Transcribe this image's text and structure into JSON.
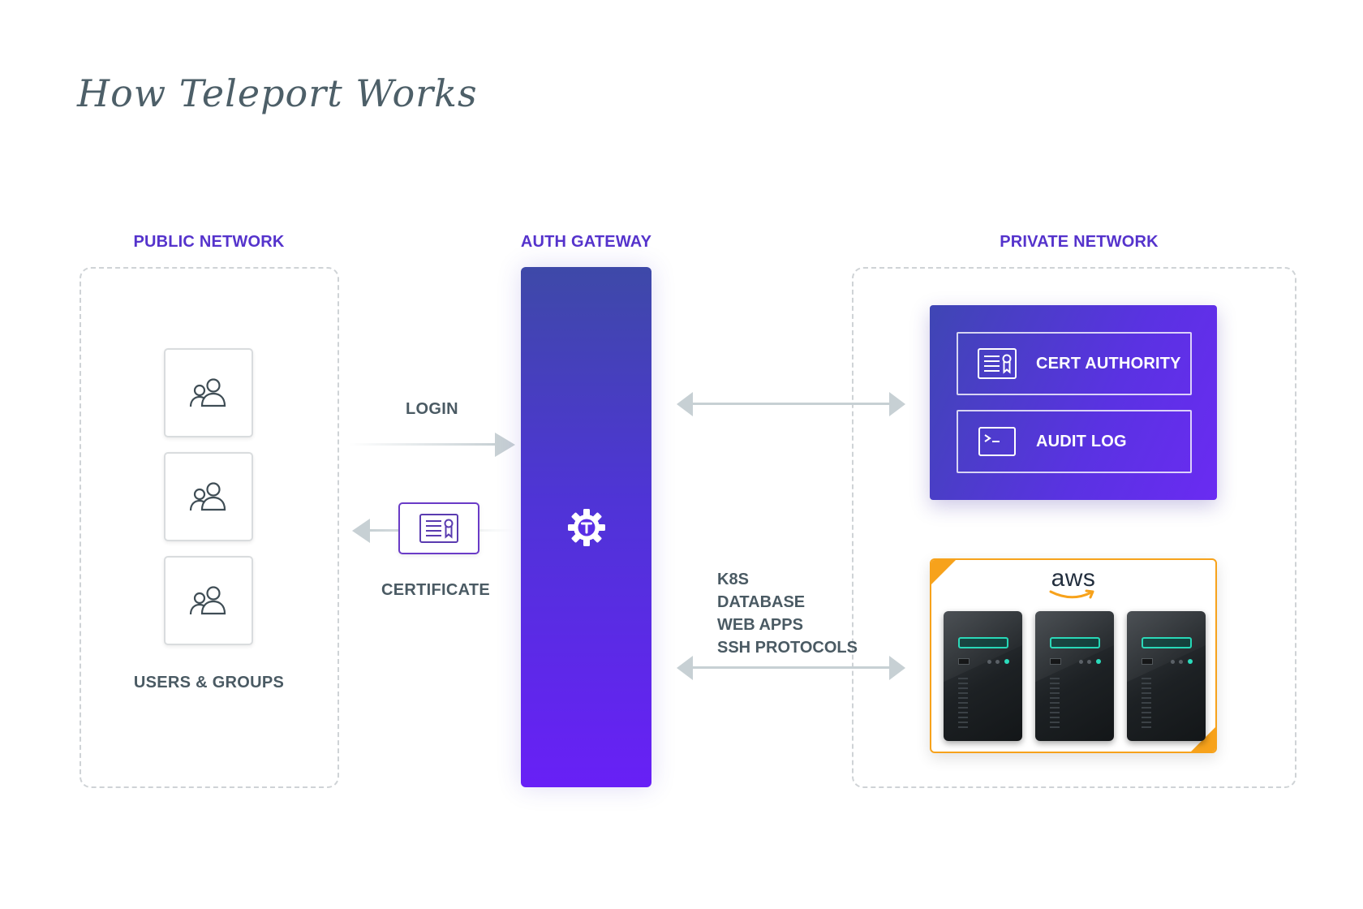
{
  "title": "How Teleport Works",
  "public_network": {
    "label": "PUBLIC NETWORK",
    "users_label": "USERS & GROUPS",
    "user_cards": [
      {
        "icon": "users-icon"
      },
      {
        "icon": "users-icon"
      },
      {
        "icon": "users-icon"
      }
    ]
  },
  "auth_gateway": {
    "label": "AUTH GATEWAY",
    "icon": "teleport-gear-icon"
  },
  "flows": {
    "login": "LOGIN",
    "certificate": "CERTIFICATE",
    "protocols": [
      "K8S",
      "DATABASE",
      "WEB APPS",
      "SSH PROTOCOLS"
    ]
  },
  "private_network": {
    "label": "PRIVATE NETWORK",
    "panel_items": [
      {
        "label": "CERT AUTHORITY",
        "icon": "certificate-icon"
      },
      {
        "label": "AUDIT LOG",
        "icon": "terminal-icon"
      }
    ],
    "cloud": {
      "logo_text": "aws",
      "server_count": 3
    }
  },
  "colors": {
    "accent_purple": "#5533cc",
    "gateway_top": "#3e49a8",
    "gateway_bottom": "#6820f6",
    "aws_orange": "#f7a21b",
    "server_led": "#1fd6b4",
    "arrow_gray": "#c7d0d4"
  }
}
